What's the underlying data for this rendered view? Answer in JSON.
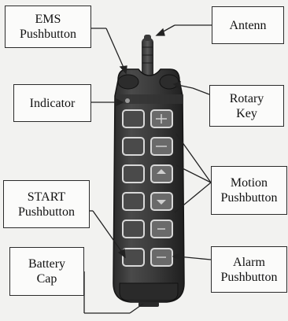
{
  "labels": {
    "ems": "EMS\nPushbutton",
    "antenna": "Antenn",
    "indicator": "Indicator",
    "rotary": "Rotary\nKey",
    "motion": "Motion\nPushbutton",
    "start": "START\nPushbutton",
    "battery": "Battery\nCap",
    "alarm": "Alarm\nPushbutton"
  },
  "colors": {
    "body": "#3a3a3a",
    "body_dark": "#1e1e1e",
    "button_frame": "#d8d8d8",
    "leader_line": "#222222"
  }
}
